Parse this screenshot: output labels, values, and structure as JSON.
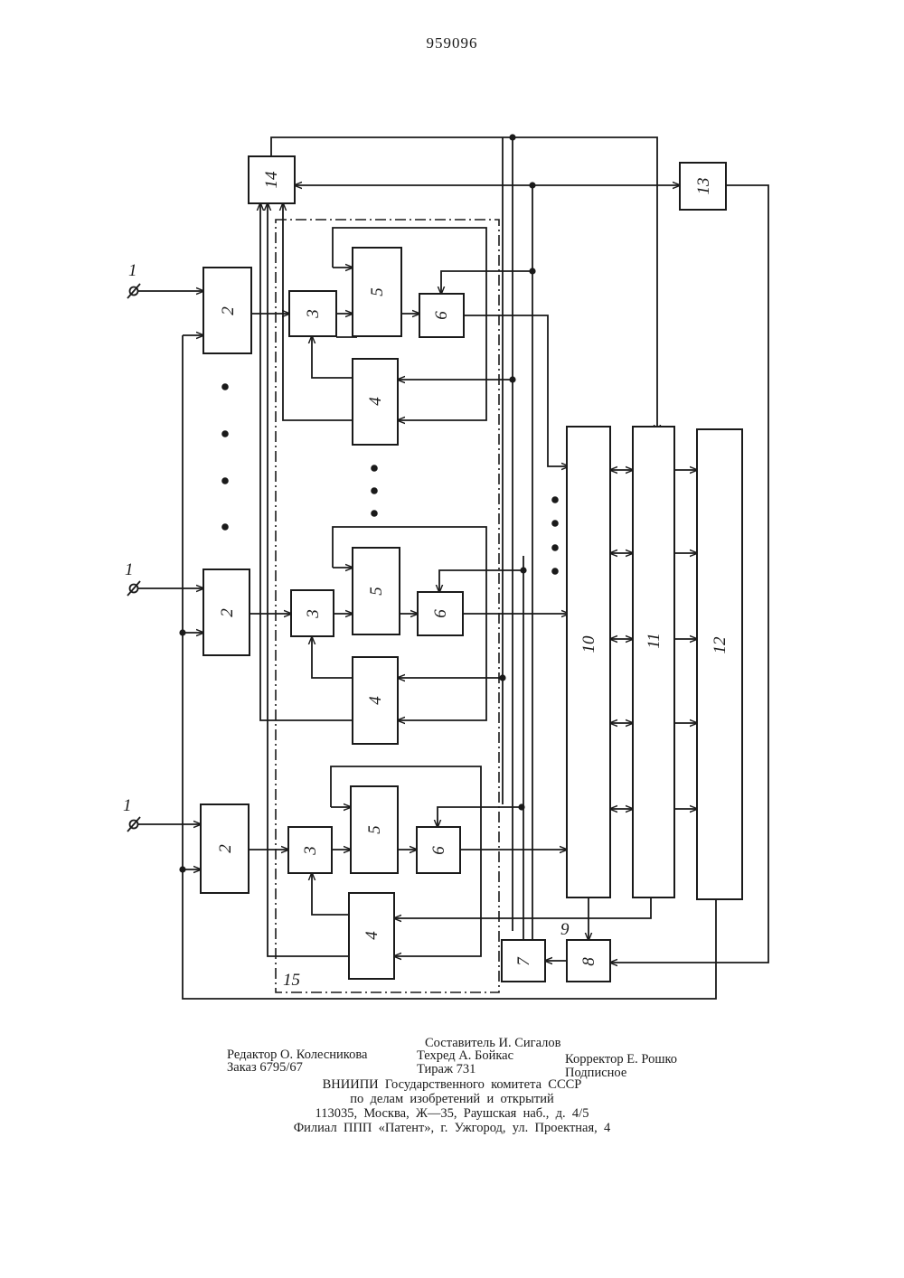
{
  "patent_number": "959096",
  "diagram": {
    "input_label": "1",
    "block_labels": {
      "b2": "2",
      "b3": "3",
      "b4": "4",
      "b5": "5",
      "b6": "6",
      "b7": "7",
      "b8": "8",
      "b9": "9",
      "b10": "10",
      "b11": "11",
      "b12": "12",
      "b13": "13",
      "b14": "14",
      "b15": "15"
    }
  },
  "credits": {
    "compiler": "Составитель И. Сигалов",
    "editor": "Редактор О. Колесникова",
    "techred": "Техред А. Бойкас",
    "corrector": "Корректор Е. Рошко",
    "order": "Заказ 6795/67",
    "circulation": "Тираж 731",
    "subscription": "Подписное",
    "org_line1": "ВНИИПИ  Государственного  комитета  СССР",
    "org_line2": "по  делам  изобретений  и  открытий",
    "org_line3": "113035,  Москва,  Ж—35,  Раушская  наб.,  д.  4/5",
    "org_line4": "Филиал  ППП  «Патент»,  г.  Ужгород,  ул.  Проектная,  4"
  }
}
